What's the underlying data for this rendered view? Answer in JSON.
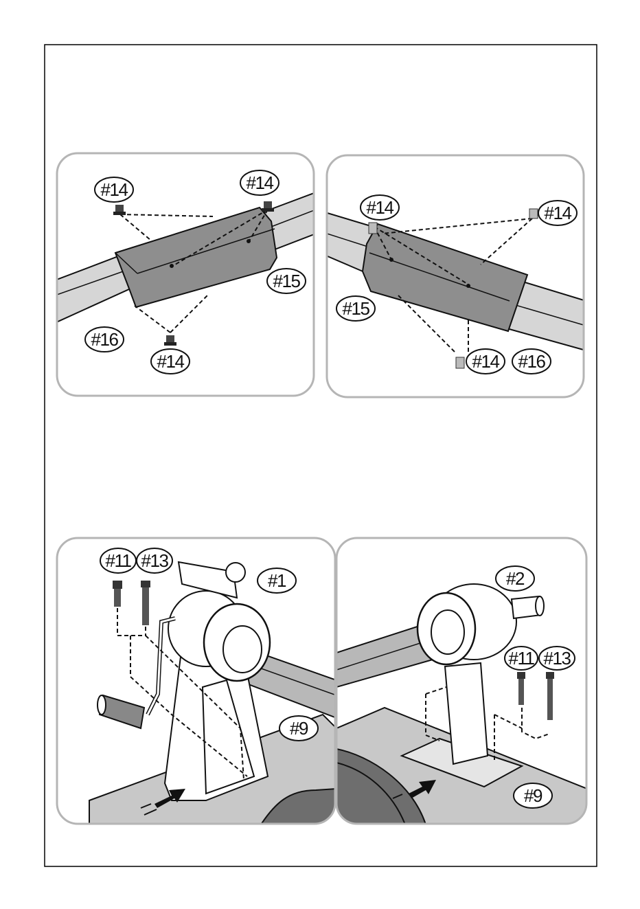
{
  "labels": {
    "hash14": "#14",
    "hash15": "#15",
    "hash16": "#16",
    "hash11": "#11",
    "hash13": "#13",
    "hash1": "#1",
    "hash2": "#2",
    "hash9": "#9"
  },
  "colors": {
    "frame": "#000000",
    "panel_border": "#b5b5b5",
    "pipe_fill": "#d2d2d2",
    "sleeve_fill": "#8e8e8e",
    "deck_fill": "#c4c4c4",
    "water_fill": "#6e6e6e"
  }
}
